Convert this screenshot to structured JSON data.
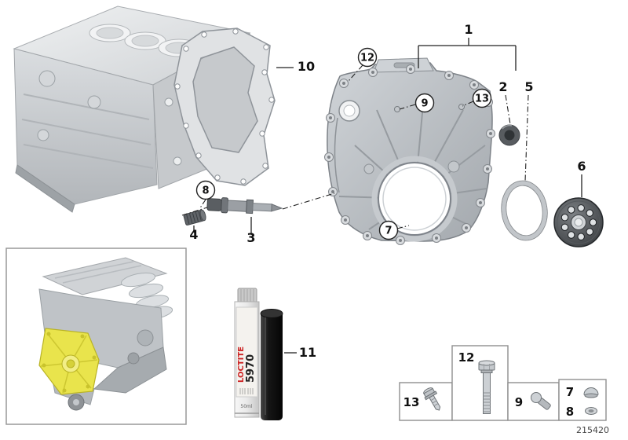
{
  "drawing": {
    "number": "215420"
  },
  "callouts": {
    "n1": "1",
    "n2": "2",
    "n3": "3",
    "n4": "4",
    "n5": "5",
    "n6": "6",
    "n7": "7",
    "n8": "8",
    "n9": "9",
    "n10": "10",
    "n11": "11",
    "n12": "12",
    "n13": "13"
  },
  "legend": {
    "item13": "13",
    "item12": "12",
    "item9": "9",
    "item7": "7",
    "item8": "8"
  },
  "sealant_tube": {
    "brand": "LOCTITE",
    "product": "5970",
    "volume": "50ml"
  },
  "colors": {
    "highlight_yellow": "#e9e44c",
    "loctite_red": "#cc2222"
  }
}
